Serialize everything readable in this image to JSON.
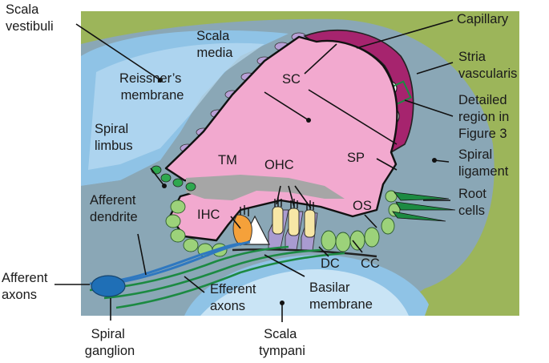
{
  "labels": {
    "scala_vestibuli": [
      "Scala",
      "vestibuli"
    ],
    "scala_media": [
      "Scala",
      "media"
    ],
    "reissners_membrane": [
      "Reissner’s",
      "membrane"
    ],
    "spiral_limbus": [
      "Spiral",
      "limbus"
    ],
    "afferent_dendrite": [
      "Afferent",
      "dendrite"
    ],
    "afferent_axons": [
      "Afferent",
      "axons"
    ],
    "spiral_ganglion": [
      "Spiral",
      "ganglion"
    ],
    "efferent_axons": [
      "Efferent",
      "axons"
    ],
    "scala_tympani": [
      "Scala",
      "tympani"
    ],
    "basilar_membrane": [
      "Basilar",
      "membrane"
    ],
    "capillary": "Capillary",
    "stria_vascularis": [
      "Stria",
      "vascularis"
    ],
    "detailed_region": [
      "Detailed",
      "region in",
      "Figure 3"
    ],
    "spiral_ligament": [
      "Spiral",
      "ligament"
    ],
    "root_cells": [
      "Root",
      "cells"
    ],
    "sc": "SC",
    "tm": "TM",
    "ohc": "OHC",
    "sp": "SP",
    "ihc": "IHC",
    "os": "OS",
    "dc": "DC",
    "cc": "CC"
  },
  "colors": {
    "bone": "#9cb55a",
    "fluid": "#8fc3e6",
    "fluid_light": "#c9e4f5",
    "ligament": "#8aa7b6",
    "endolymph": "#f2a9cf",
    "stria": "#a6246e",
    "tectorial": "#a6a6a6",
    "ihc": "#f5a13a",
    "ohc": "#f7e7a6",
    "support": "#a99bd0",
    "green_cells": "#2fa84f",
    "ganglion": "#1f6fb6",
    "nerve_blue": "#2f78c0",
    "nerve_green": "#1c8a42",
    "reissner_cells": "#b89fd6"
  }
}
